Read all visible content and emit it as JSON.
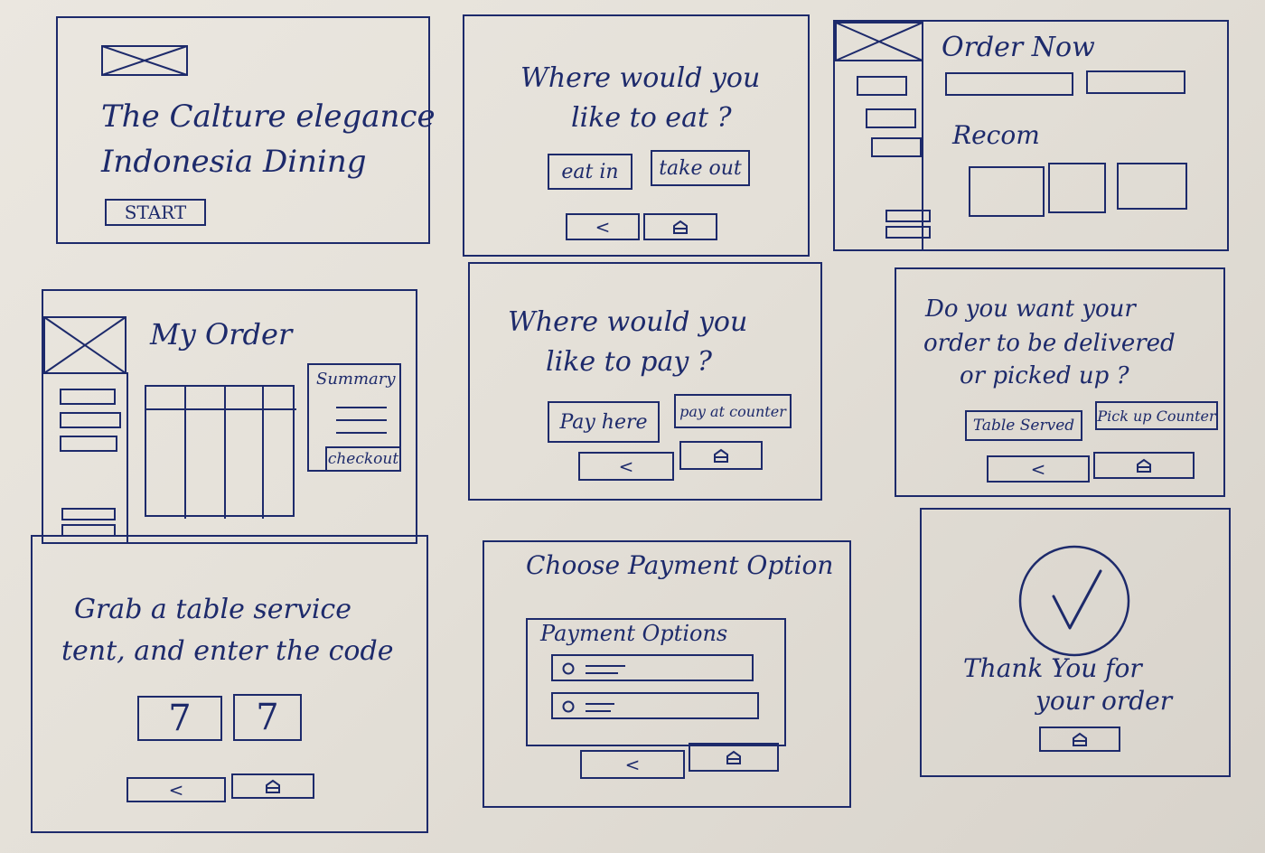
{
  "screens": {
    "welcome": {
      "title_line1": "The Calture elegance",
      "title_line2": "Indonesia Dining",
      "start_button": "START"
    },
    "where_eat": {
      "question_line1": "Where would you",
      "question_line2": "like to eat ?",
      "eat_in": "eat in",
      "take_out": "take out",
      "back_icon": "<"
    },
    "order_now": {
      "title": "Order Now",
      "recom": "Recom"
    },
    "my_order": {
      "title": "My Order",
      "summary": "Summary",
      "checkout": "checkout"
    },
    "where_pay": {
      "question_line1": "Where would you",
      "question_line2": "like to pay ?",
      "pay_here": "Pay here",
      "pay_counter": "pay at counter",
      "back_icon": "<"
    },
    "delivery": {
      "question_line1": "Do you want your",
      "question_line2": "order to be delivered",
      "question_line3": "or picked up ?",
      "table_served": "Table Served",
      "pickup_counter": "Pick up Counter",
      "back_icon": "<"
    },
    "table_code": {
      "line1": "Grab a table service",
      "line2": "tent, and enter the code",
      "digit1": "7",
      "digit2": "7",
      "back_icon": "<"
    },
    "payment": {
      "title": "Choose Payment Option",
      "options_label": "Payment Options",
      "back_icon": "<"
    },
    "thanks": {
      "line1": "Thank You for",
      "line2": "your order"
    }
  },
  "icons": {
    "placeholder": "image-placeholder-icon",
    "home": "home-icon",
    "check": "checkmark-icon"
  },
  "colors": {
    "ink": "#1d2a6b",
    "paper": "#e8e4dd"
  }
}
